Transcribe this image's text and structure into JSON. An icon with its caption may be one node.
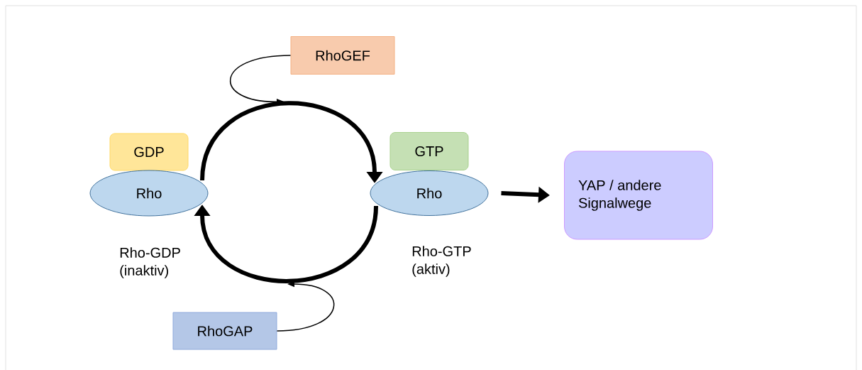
{
  "diagram": {
    "nodes": [
      {
        "text": [
          "RhoGEF"
        ]
      },
      {
        "text": [
          "GDP"
        ]
      },
      {
        "text": [
          "Rho"
        ],
        "beside": [
          "Rho-GDP (inaktiv)"
        ]
      },
      {
        "text": [
          "GTP"
        ]
      },
      {
        "text": [
          "Rho"
        ],
        "beside": [
          "Rho-GTP (aktiv)"
        ]
      },
      {
        "text": [
          "RhoGAP"
        ]
      },
      {
        "text": [
          "YAP / andere Signalwege"
        ]
      }
    ],
    "edges": [
      {
        "from": 2,
        "to": 4,
        "arrow": "to"
      },
      {
        "from": 4,
        "to": 2,
        "arrow": "to"
      },
      {
        "from": 0,
        "to": null,
        "arrow": "to"
      },
      {
        "from": 5,
        "to": null,
        "arrow": "to"
      },
      {
        "from": 4,
        "to": 6,
        "arrow": "to"
      }
    ]
  }
}
